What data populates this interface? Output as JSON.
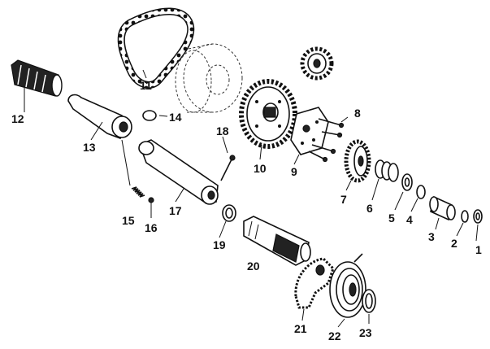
{
  "parts": [
    {
      "id": "1",
      "label": "1"
    },
    {
      "id": "2",
      "label": "2"
    },
    {
      "id": "3",
      "label": "3"
    },
    {
      "id": "4",
      "label": "4"
    },
    {
      "id": "5",
      "label": "5"
    },
    {
      "id": "6",
      "label": "6"
    },
    {
      "id": "7",
      "label": "7"
    },
    {
      "id": "8",
      "label": "8"
    },
    {
      "id": "9",
      "label": "9"
    },
    {
      "id": "10",
      "label": "10"
    },
    {
      "id": "11",
      "label": "11"
    },
    {
      "id": "12",
      "label": "12"
    },
    {
      "id": "13",
      "label": "13"
    },
    {
      "id": "14",
      "label": "14"
    },
    {
      "id": "15",
      "label": "15"
    },
    {
      "id": "16",
      "label": "16"
    },
    {
      "id": "17",
      "label": "17"
    },
    {
      "id": "18",
      "label": "18"
    },
    {
      "id": "19",
      "label": "19"
    },
    {
      "id": "20",
      "label": "20"
    },
    {
      "id": "21",
      "label": "21"
    },
    {
      "id": "22",
      "label": "22"
    },
    {
      "id": "23",
      "label": "23"
    }
  ]
}
